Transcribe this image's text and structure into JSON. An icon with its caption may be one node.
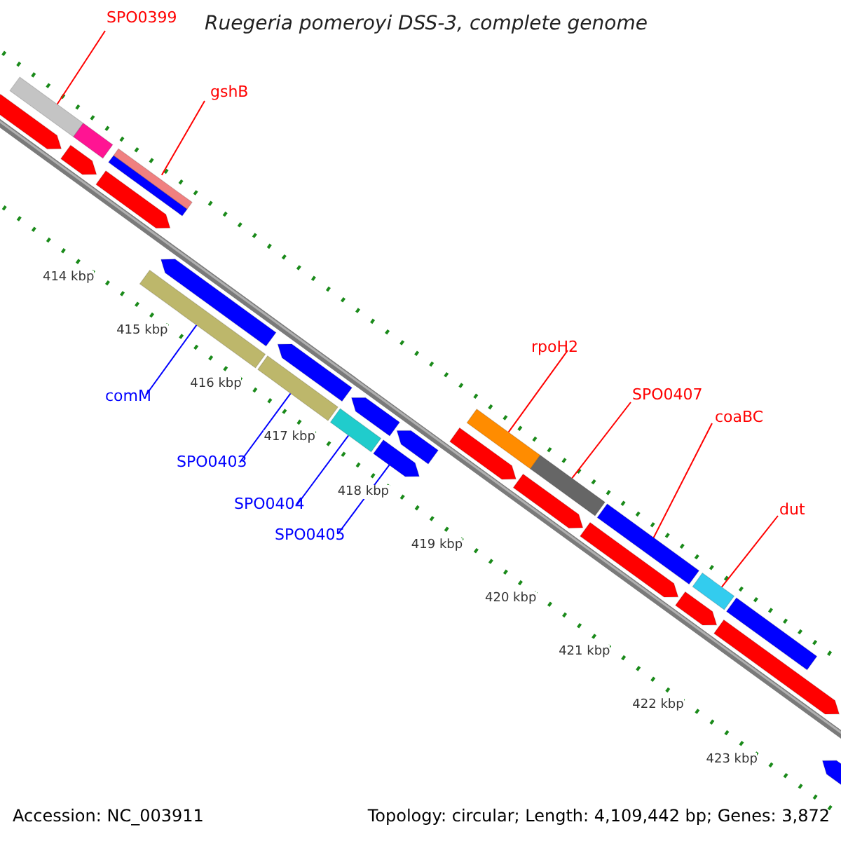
{
  "diagram": {
    "title": "Ruegeria pomeroyi DSS-3, complete genome",
    "nodes": [
      {
        "text": [
          "SPO0399"
        ]
      },
      {
        "text": [],
        "shape": "bar"
      },
      {
        "text": [
          "gshB"
        ]
      },
      {
        "text": [],
        "shape": "bar"
      },
      {
        "text": [
          "comM"
        ]
      },
      {
        "text": [],
        "shape": "bar"
      },
      {
        "text": [
          "SPO0403"
        ]
      },
      {
        "text": [],
        "shape": "bar"
      },
      {
        "text": [
          "SPO0404"
        ]
      },
      {
        "text": [],
        "shape": "bar"
      },
      {
        "text": [
          "SPO0405"
        ]
      },
      {
        "text": [],
        "shape": "pentagon"
      },
      {
        "text": [
          "rpoH2"
        ]
      },
      {
        "text": [],
        "shape": "bar"
      },
      {
        "text": [
          "SPO0407"
        ]
      },
      {
        "text": [],
        "shape": "bar"
      },
      {
        "text": [
          "coaBC"
        ]
      },
      {
        "text": [],
        "shape": "bar"
      },
      {
        "text": [
          "dut"
        ]
      },
      {
        "text": [],
        "shape": "bar"
      },
      {
        "text": [],
        "shape": "pentagon"
      },
      {
        "text": [],
        "shape": "pentagon"
      },
      {
        "text": [],
        "shape": "pentagon"
      },
      {
        "text": [],
        "shape": "pentagon"
      },
      {
        "text": [],
        "shape": "pentagon"
      },
      {
        "text": [],
        "shape": "pentagon"
      },
      {
        "text": [],
        "shape": "pentagon"
      },
      {
        "text": [],
        "shape": "pentagon"
      },
      {
        "text": [],
        "shape": "pentagon"
      },
      {
        "text": [],
        "shape": "pentagon"
      },
      {
        "text": [],
        "shape": "pentagon"
      },
      {
        "text": [],
        "shape": "bar"
      },
      {
        "text": [],
        "shape": "pentagon"
      },
      {
        "text": [],
        "shape": "pentagon"
      }
    ],
    "edges": [
      {
        "from": 0,
        "to": 1,
        "arrow": "none"
      },
      {
        "from": 2,
        "to": 3,
        "arrow": "none"
      },
      {
        "from": 4,
        "to": 5,
        "arrow": "none",
        "color": "#0000ff"
      },
      {
        "from": 6,
        "to": 7,
        "arrow": "none",
        "color": "#0000ff"
      },
      {
        "from": 8,
        "to": 9,
        "arrow": "none",
        "color": "#0000ff"
      },
      {
        "from": 10,
        "to": 11,
        "arrow": "none",
        "color": "#0000ff"
      },
      {
        "from": 12,
        "to": 13,
        "arrow": "none"
      },
      {
        "from": 14,
        "to": 15,
        "arrow": "none"
      },
      {
        "from": 16,
        "to": 17,
        "arrow": "none"
      },
      {
        "from": 18,
        "to": 19,
        "arrow": "none"
      }
    ],
    "labels": [
      "414 kbp",
      "415 kbp",
      "416 kbp",
      "417 kbp",
      "418 kbp",
      "419 kbp",
      "420 kbp",
      "421 kbp",
      "422 kbp",
      "423 kbp",
      "Accession: NC_003911",
      "Topology: circular; Length: 4,109,442 bp; Genes: 3,872"
    ]
  }
}
